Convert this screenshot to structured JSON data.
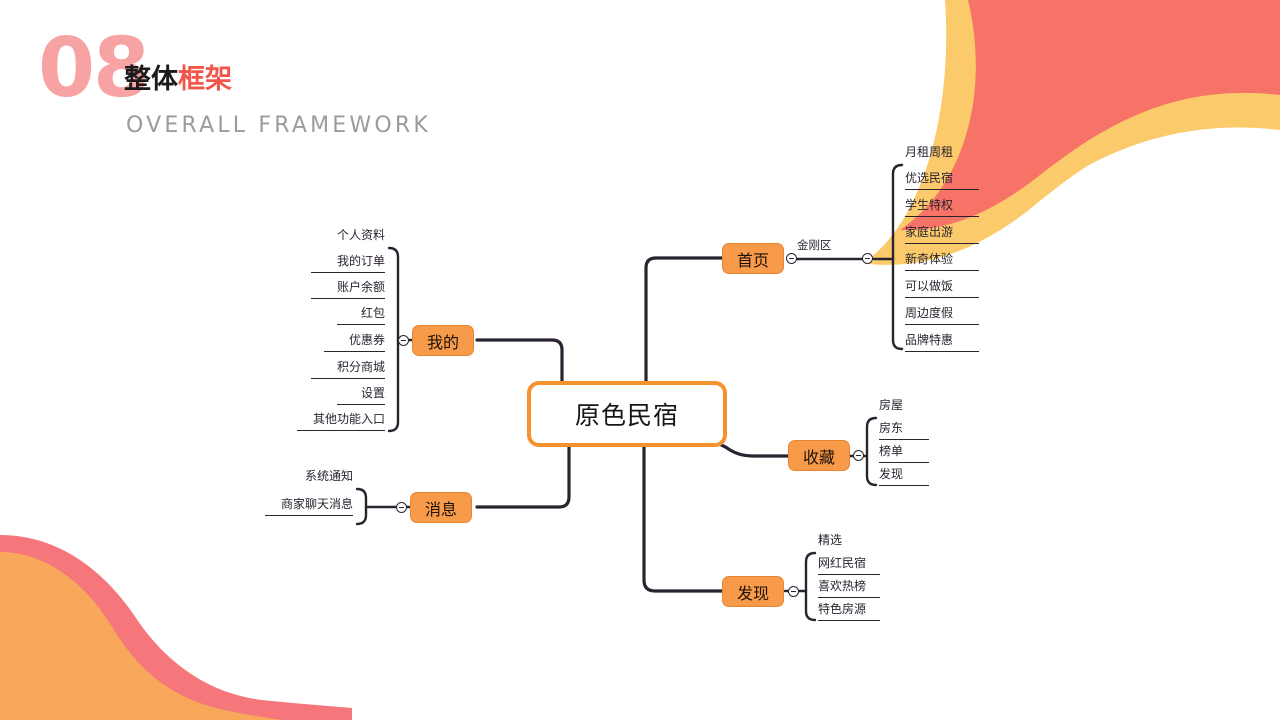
{
  "page": {
    "background_color": "#ffffff"
  },
  "decor": {
    "top_right_coral": "#F77368",
    "top_right_yellow": "#FBCB6B",
    "bottom_left_pink": "#F5767B",
    "bottom_left_orange": "#F9A85B"
  },
  "header": {
    "number": "08",
    "number_color": "#F7A3A3",
    "title_cn_dark": "整体",
    "title_cn_accent": "框架",
    "title_dark_color": "#1b1b1b",
    "title_accent_color": "#F2564B",
    "subtitle": "OVERALL FRAMEWORK",
    "subtitle_color": "#9b9b9b"
  },
  "mindmap": {
    "root": {
      "label": "原色民宿",
      "border_color": "#F5922F",
      "fill_color": "#ffffff"
    },
    "branch_fill_color": "#F79A4A",
    "edge_color": "#2b2430",
    "branches": [
      {
        "id": "shouye",
        "label": "首页",
        "side": "right",
        "group_label": "金刚区",
        "leaves": [
          "月租周租",
          "优选民宿",
          "学生特权",
          "家庭出游",
          "新奇体验",
          "可以做饭",
          "周边度假",
          "品牌特惠"
        ]
      },
      {
        "id": "shoucang",
        "label": "收藏",
        "side": "right",
        "group_label": "",
        "leaves": [
          "房屋",
          "房东",
          "榜单",
          "发现"
        ]
      },
      {
        "id": "faxian",
        "label": "发现",
        "side": "right",
        "group_label": "",
        "leaves": [
          "精选",
          "网红民宿",
          "喜欢热榜",
          "特色房源"
        ]
      },
      {
        "id": "wode",
        "label": "我的",
        "side": "left",
        "group_label": "",
        "leaves": [
          "个人资料",
          "我的订单",
          "账户余额",
          "红包",
          "优惠券",
          "积分商城",
          "设置",
          "其他功能入口"
        ]
      },
      {
        "id": "xiaoxi",
        "label": "消息",
        "side": "left",
        "group_label": "",
        "leaves": [
          "系统通知",
          "商家聊天消息"
        ]
      }
    ]
  }
}
